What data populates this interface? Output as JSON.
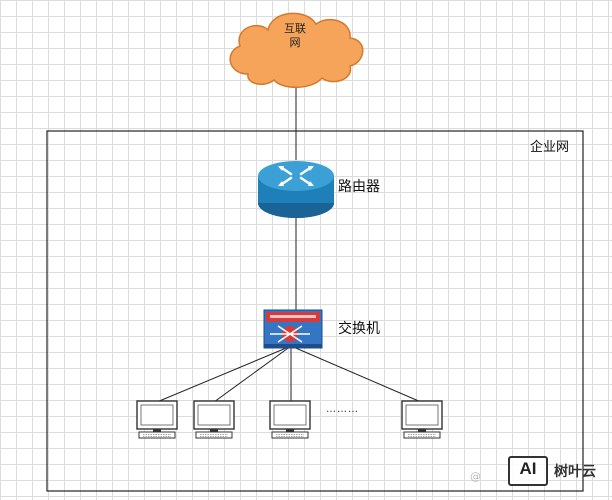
{
  "nodes": {
    "internet": {
      "label": "互联网"
    },
    "boundary": {
      "label": "企业网"
    },
    "router": {
      "label": "路由器"
    },
    "switch": {
      "label": "交换机"
    },
    "computers": [
      {
        "id": "pc-1"
      },
      {
        "id": "pc-2"
      },
      {
        "id": "pc-3"
      },
      {
        "id": "pc-4"
      }
    ],
    "ellipsis": "………"
  },
  "colors": {
    "cloud_fill": "#f5a45a",
    "cloud_stroke": "#d27a2e",
    "router_body": "#1f7fb8",
    "router_top": "#3ba0d6",
    "switch_body": "#3476c4",
    "switch_red": "#d63a3a",
    "line": "#222222"
  },
  "watermark": {
    "logo": "AI",
    "text": "树叶云",
    "faint": "@"
  }
}
